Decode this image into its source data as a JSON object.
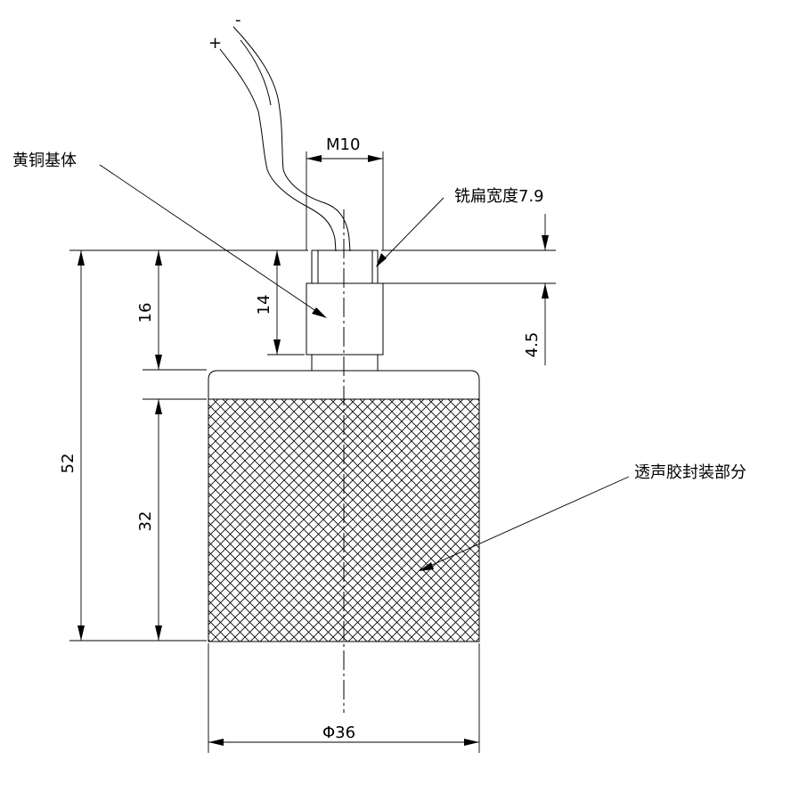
{
  "labels": {
    "brass_body": "黄铜基体",
    "milled_flat": "铣扁宽度7.9",
    "potting": "透声胶封装部分"
  },
  "wires": {
    "plus": "+",
    "minus": "-"
  },
  "dimensions": {
    "thread": "M10",
    "total_height": "52",
    "stem_height": "16",
    "stem_length": "14",
    "flat_depth": "4.5",
    "potting_height": "32",
    "diameter": "Φ36"
  }
}
